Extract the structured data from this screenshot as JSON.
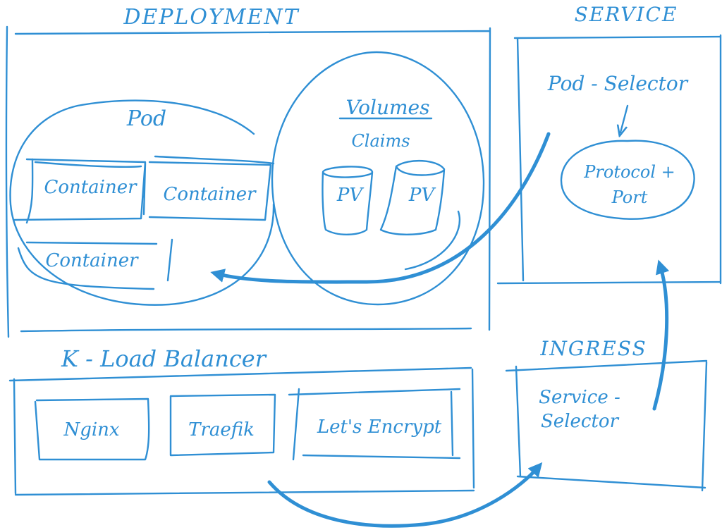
{
  "ink_color": "#2f8fd4",
  "deployment": {
    "title": "DEPLOYMENT",
    "pod": {
      "title": "Pod",
      "containers": [
        "Container",
        "Container",
        "Container"
      ]
    },
    "volumes": {
      "title": "Volumes",
      "subtitle": "Claims",
      "pv_labels": [
        "PV",
        "PV"
      ]
    }
  },
  "service": {
    "title": "SERVICE",
    "selector": "Pod - Selector",
    "protocol": {
      "line1": "Protocol +",
      "line2": "Port"
    }
  },
  "ingress": {
    "title": "INGRESS",
    "selector": {
      "line1": "Service -",
      "line2": "Selector"
    }
  },
  "load_balancer": {
    "title": "K - Load Balancer",
    "items": [
      "Nginx",
      "Traefik",
      "Let's Encrypt"
    ]
  }
}
